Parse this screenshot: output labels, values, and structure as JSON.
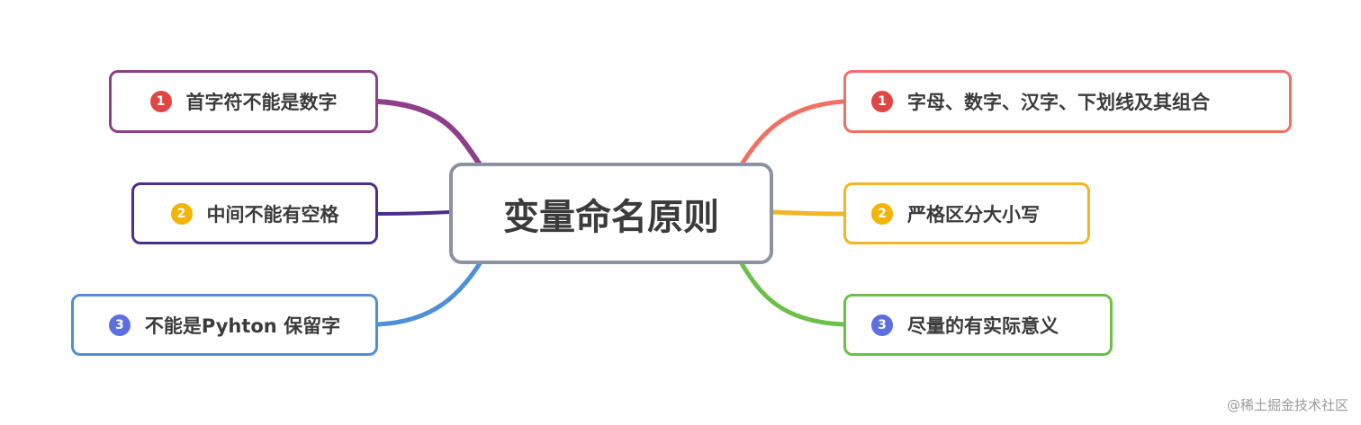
{
  "title": "变量命名原则",
  "left_branches": [
    {
      "badge": "1",
      "label": "首字符不能是数字",
      "color": "#8e3e8a",
      "badge_color": "#e04646"
    },
    {
      "badge": "2",
      "label": "中间不能有空格",
      "color": "#4a2f8c",
      "badge_color": "#f5b400"
    },
    {
      "badge": "3",
      "label": "不能是Pyhton 保留字",
      "color": "#4e8fd6",
      "badge_color": "#5b6fe0"
    }
  ],
  "right_branches": [
    {
      "badge": "1",
      "label": "字母、数字、汉字、下划线及其组合",
      "color": "#f07063",
      "badge_color": "#e04646"
    },
    {
      "badge": "2",
      "label": "严格区分大小写",
      "color": "#f3b522",
      "badge_color": "#f5b400"
    },
    {
      "badge": "3",
      "label": "尽量的有实际意义",
      "color": "#6cc04a",
      "badge_color": "#5b6fe0"
    }
  ],
  "watermark": "@稀土掘金技术社区"
}
